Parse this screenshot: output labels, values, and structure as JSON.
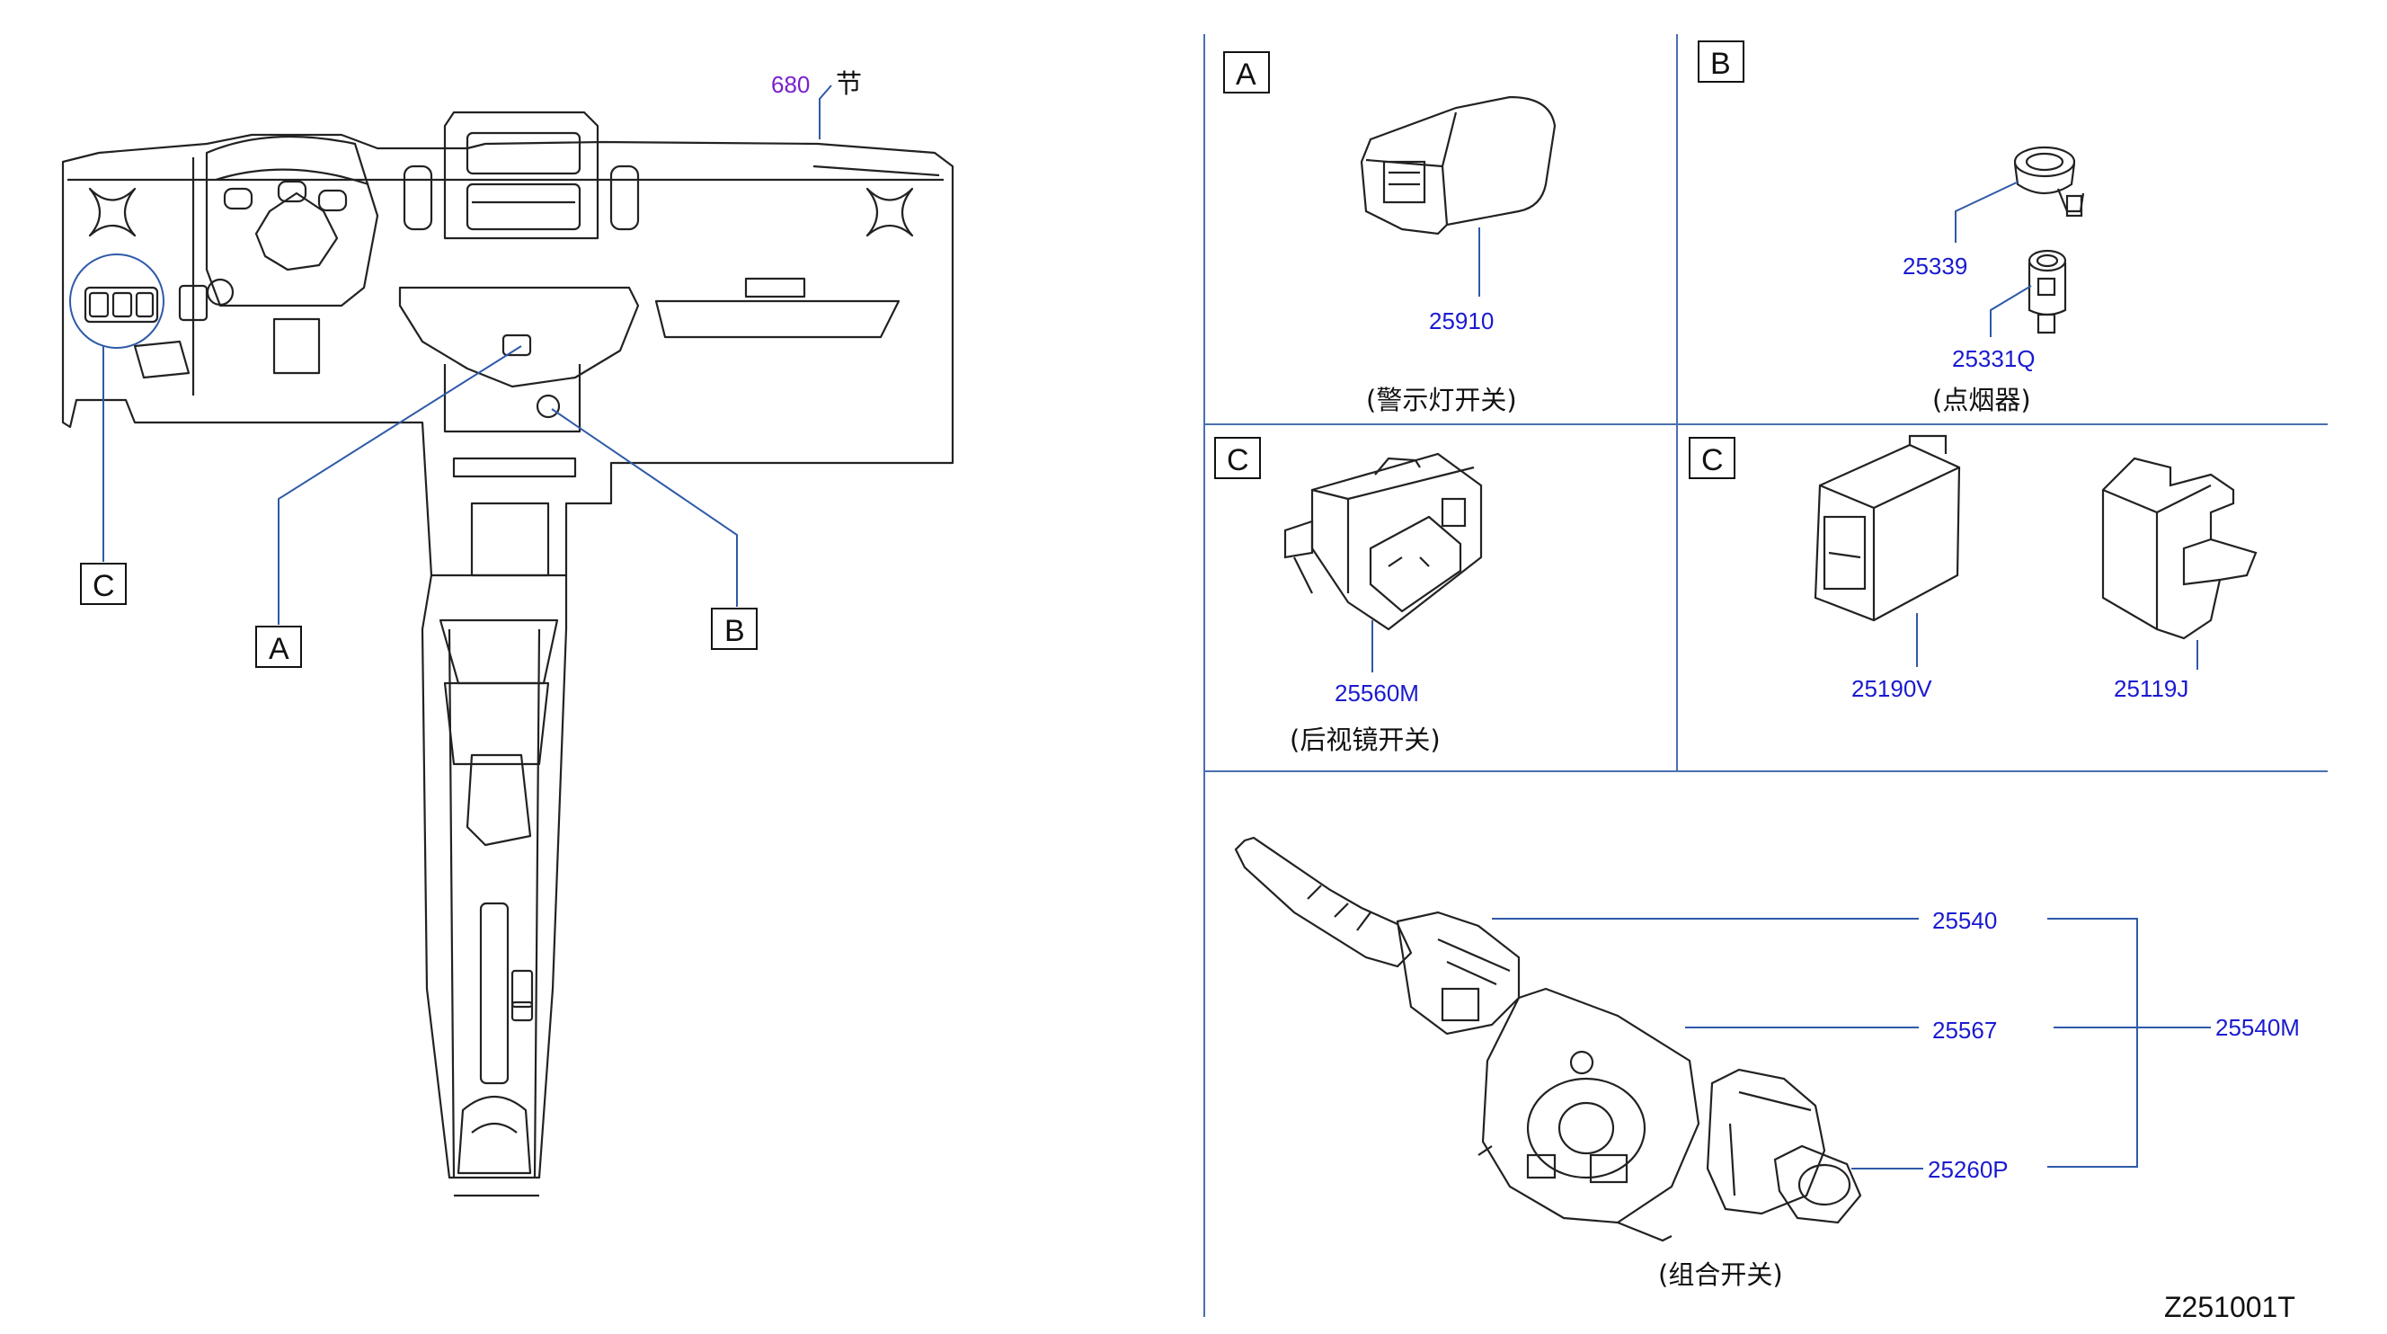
{
  "diagram_code": "Z251001T",
  "section_ref": {
    "number": "680",
    "suffix": "节"
  },
  "callouts": {
    "a": "A",
    "b": "B",
    "c": "C"
  },
  "panels": {
    "a": {
      "box": "A",
      "part": "25910",
      "caption": "(警示灯开关)"
    },
    "b": {
      "box": "B",
      "parts": [
        "25339",
        "25331Q"
      ],
      "caption": "(点烟器)"
    },
    "c1": {
      "box": "C",
      "part": "25560M",
      "caption": "(后视镜开关)"
    },
    "c2": {
      "box": "C",
      "parts": [
        "25190V",
        "25119J"
      ]
    },
    "combo": {
      "parts": [
        "25540",
        "25567",
        "25260P"
      ],
      "assembly": "25540M",
      "caption": "(组合开关)"
    }
  },
  "colors": {
    "part_number": "#1a1ad0",
    "section_number": "#7a1fcc",
    "divider": "#4a6fb0",
    "leader": "#2f5aa8"
  }
}
